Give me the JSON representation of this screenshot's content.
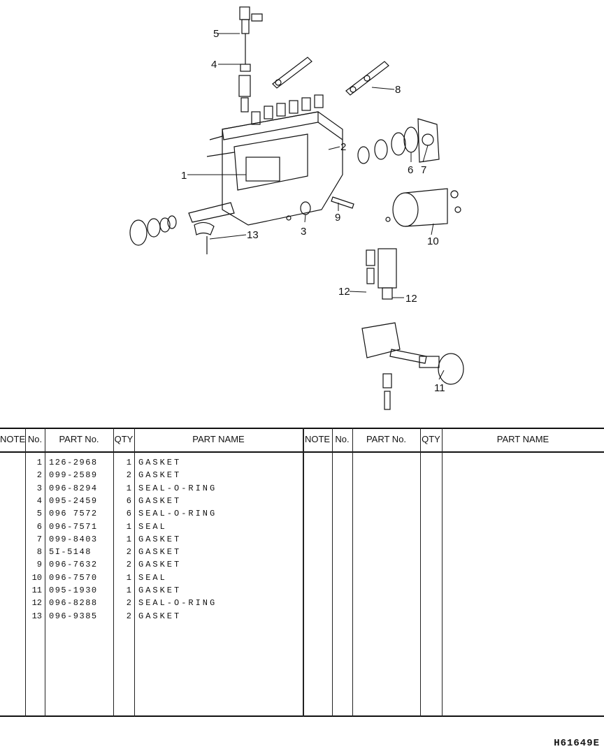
{
  "callouts": {
    "n1": "1",
    "n2": "2",
    "n3": "3",
    "n4": "4",
    "n5": "5",
    "n6": "6",
    "n7": "7",
    "n8": "8",
    "n9": "9",
    "n10": "10",
    "n11": "11",
    "n12a": "12",
    "n12b": "12",
    "n13": "13"
  },
  "table": {
    "headers": {
      "note": "NOTE",
      "no": "No.",
      "part_no": "PART No.",
      "qty": "QTY",
      "part_name": "PART NAME"
    },
    "rows": [
      {
        "no": "1",
        "part_no": "126-2968",
        "qty": "1",
        "name": "GASKET"
      },
      {
        "no": "2",
        "part_no": "099-2589",
        "qty": "2",
        "name": "GASKET"
      },
      {
        "no": "3",
        "part_no": "096-8294",
        "qty": "1",
        "name": "SEAL-O-RING"
      },
      {
        "no": "4",
        "part_no": "095-2459",
        "qty": "6",
        "name": "GASKET"
      },
      {
        "no": "5",
        "part_no": "096 7572",
        "qty": "6",
        "name": "SEAL-O-RING"
      },
      {
        "no": "6",
        "part_no": "096-7571",
        "qty": "1",
        "name": "SEAL"
      },
      {
        "no": "7",
        "part_no": "099-8403",
        "qty": "1",
        "name": "GASKET"
      },
      {
        "no": "8",
        "part_no": "5I-5148",
        "qty": "2",
        "name": "GASKET"
      },
      {
        "no": "9",
        "part_no": "096-7632",
        "qty": "2",
        "name": "GASKET"
      },
      {
        "no": "10",
        "part_no": "096-7570",
        "qty": "1",
        "name": "SEAL"
      },
      {
        "no": "11",
        "part_no": "095-1930",
        "qty": "1",
        "name": "GASKET"
      },
      {
        "no": "12",
        "part_no": "096-8288",
        "qty": "2",
        "name": "SEAL-O-RING"
      },
      {
        "no": "13",
        "part_no": "096-9385",
        "qty": "2",
        "name": "GASKET"
      }
    ]
  },
  "footer": {
    "code": "H61649E"
  }
}
